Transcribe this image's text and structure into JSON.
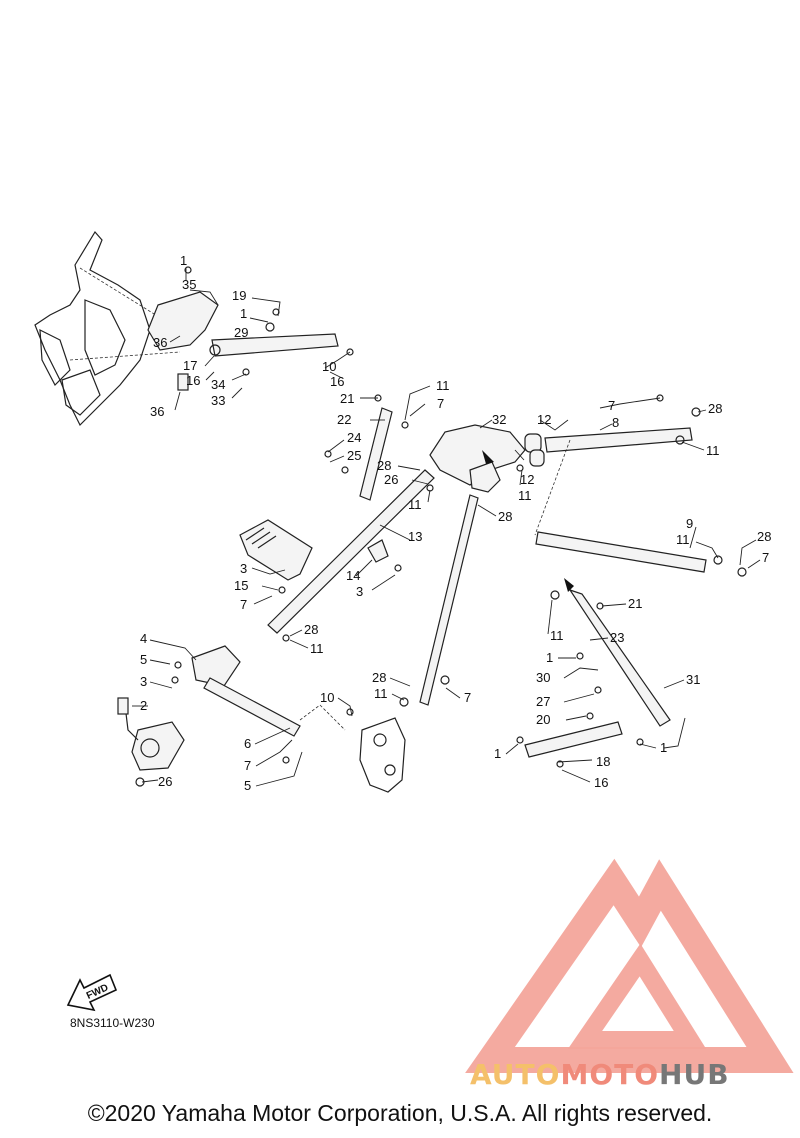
{
  "diagram": {
    "drawing_code": "8NS3110-W230",
    "copyright": "©2020 Yamaha Motor Corporation, U.S.A. All rights reserved.",
    "fwd_label": "FWD",
    "watermark": {
      "part1": "AUTO",
      "part2": "MOTO",
      "part3": "HUB",
      "colors": {
        "auto": "#f4c06a",
        "moto": "#f08a7a",
        "hub": "#777777",
        "triangle": "#f3a59b"
      }
    },
    "callouts": [
      {
        "label": "1"
      },
      {
        "label": "35"
      },
      {
        "label": "19"
      },
      {
        "label": "1"
      },
      {
        "label": "29"
      },
      {
        "label": "36"
      },
      {
        "label": "17"
      },
      {
        "label": "16"
      },
      {
        "label": "34"
      },
      {
        "label": "33"
      },
      {
        "label": "36"
      },
      {
        "label": "10"
      },
      {
        "label": "16"
      },
      {
        "label": "11"
      },
      {
        "label": "21"
      },
      {
        "label": "7"
      },
      {
        "label": "22"
      },
      {
        "label": "32"
      },
      {
        "label": "12"
      },
      {
        "label": "7"
      },
      {
        "label": "28"
      },
      {
        "label": "8"
      },
      {
        "label": "11"
      },
      {
        "label": "24"
      },
      {
        "label": "25"
      },
      {
        "label": "28"
      },
      {
        "label": "26"
      },
      {
        "label": "11"
      },
      {
        "label": "12"
      },
      {
        "label": "11"
      },
      {
        "label": "28"
      },
      {
        "label": "13"
      },
      {
        "label": "9"
      },
      {
        "label": "11"
      },
      {
        "label": "28"
      },
      {
        "label": "7"
      },
      {
        "label": "3"
      },
      {
        "label": "14"
      },
      {
        "label": "15"
      },
      {
        "label": "3"
      },
      {
        "label": "7"
      },
      {
        "label": "21"
      },
      {
        "label": "28"
      },
      {
        "label": "11"
      },
      {
        "label": "11"
      },
      {
        "label": "23"
      },
      {
        "label": "4"
      },
      {
        "label": "5"
      },
      {
        "label": "1"
      },
      {
        "label": "30"
      },
      {
        "label": "31"
      },
      {
        "label": "3"
      },
      {
        "label": "28"
      },
      {
        "label": "11"
      },
      {
        "label": "7"
      },
      {
        "label": "27"
      },
      {
        "label": "2"
      },
      {
        "label": "10"
      },
      {
        "label": "20"
      },
      {
        "label": "6"
      },
      {
        "label": "7"
      },
      {
        "label": "1"
      },
      {
        "label": "1"
      },
      {
        "label": "18"
      },
      {
        "label": "26"
      },
      {
        "label": "5"
      },
      {
        "label": "16"
      }
    ]
  }
}
